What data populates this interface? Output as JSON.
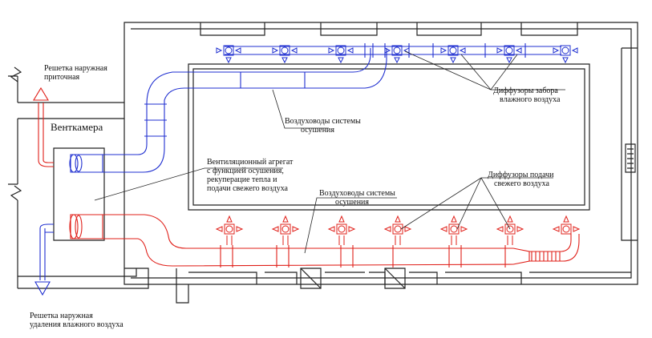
{
  "labels": {
    "supply_grille": [
      "Решетка наружная",
      "приточная"
    ],
    "exhaust_grille": [
      "Решетка наружная",
      "удаления влажного воздуха"
    ],
    "vent_chamber": "Венткамера",
    "unit": [
      "Вентиляционный агрегат",
      "с функцией осушения,",
      "рекуперацие тепла и",
      "подачи свежего воздуха"
    ],
    "drying_ducts_top": [
      "Воздуховоды системы",
      "осушения"
    ],
    "drying_ducts_bottom": [
      "Воздуховоды системы",
      "осушения"
    ],
    "intake_diffusers": [
      "Диффузоры забора",
      "влажного воздуха"
    ],
    "supply_diffusers": [
      "Диффузоры подачи",
      "свежего воздуха"
    ]
  },
  "colors": {
    "exhaust_duct": "#1f2fd0",
    "supply_duct": "#e0201a",
    "walls": "#222222"
  }
}
